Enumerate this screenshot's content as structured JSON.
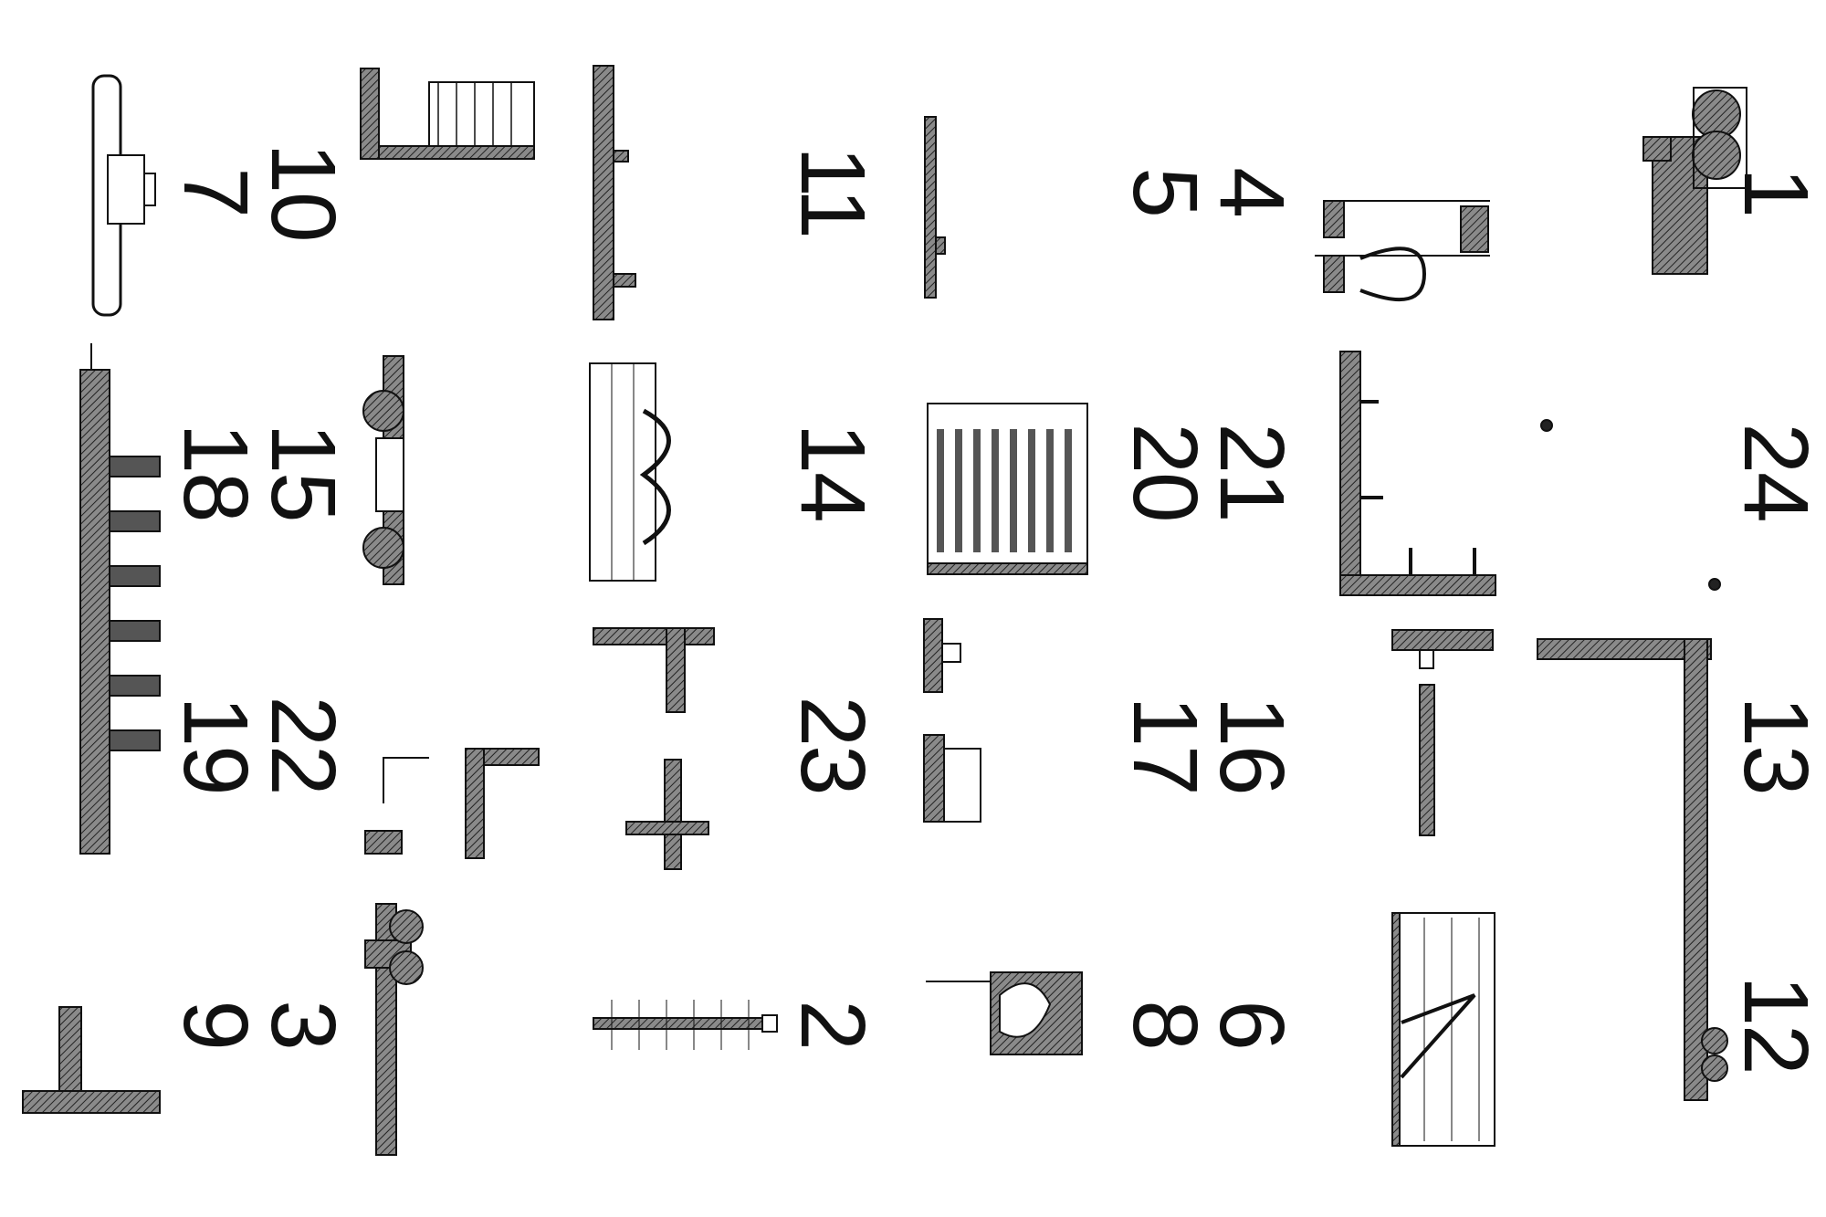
{
  "sheet": {
    "labels": [
      "1",
      "2",
      "3",
      "4",
      "5",
      "6",
      "7",
      "8",
      "9",
      "10",
      "11",
      "12",
      "13",
      "14",
      "15",
      "16",
      "17",
      "18",
      "19",
      "20",
      "21",
      "22",
      "23",
      "24"
    ]
  },
  "colors": {
    "ink": "#111111",
    "hatch": "#555555",
    "background": "#ffffff"
  }
}
